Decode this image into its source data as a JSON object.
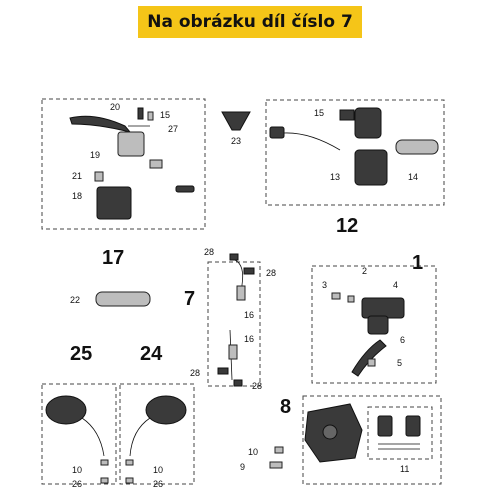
{
  "header": {
    "title": "Na obrázku díl číslo 7",
    "accent_color": "#f5c518"
  },
  "groups": [
    "17",
    "12",
    "1",
    "7",
    "8",
    "25",
    "24"
  ],
  "callouts": {
    "c20": "20",
    "c15a": "15",
    "c27": "27",
    "c19": "19",
    "c21": "21",
    "c18": "18",
    "c23": "23",
    "c15b": "15",
    "c13": "13",
    "c14": "14",
    "c28a": "28",
    "c28b": "28",
    "c22": "22",
    "c16a": "16",
    "c16b": "16",
    "c28c": "28",
    "c28d": "28",
    "c2": "2",
    "c3": "3",
    "c4": "4",
    "c6": "6",
    "c5": "5",
    "c10a": "10",
    "c26a": "26",
    "c10b": "10",
    "c26b": "26",
    "c10c": "10",
    "c9": "9",
    "c11": "11"
  }
}
